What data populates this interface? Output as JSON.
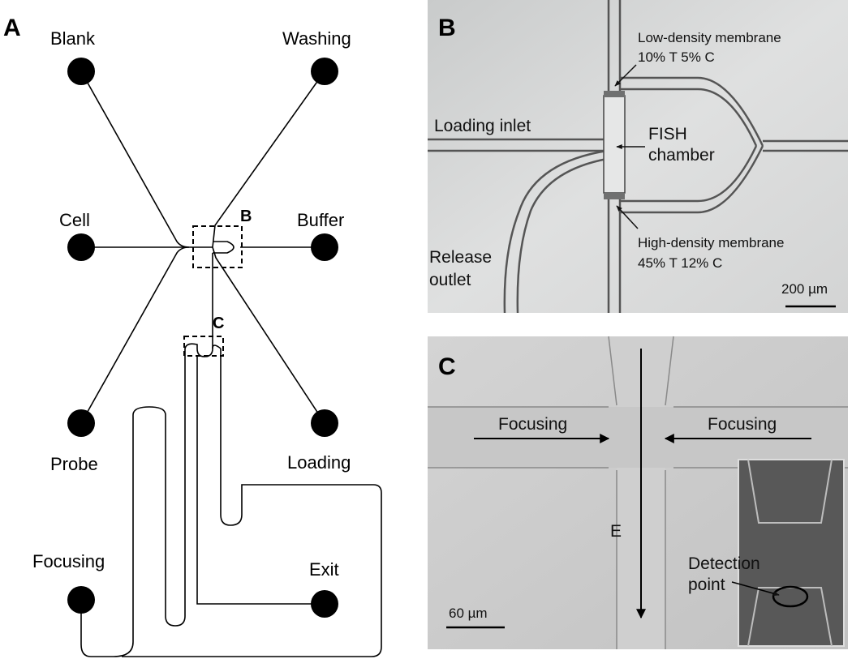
{
  "panels": {
    "a": {
      "letter": "A",
      "reservoirs": {
        "blank": "Blank",
        "washing": "Washing",
        "cell": "Cell",
        "buffer": "Buffer",
        "probe": "Probe",
        "loading": "Loading",
        "focusing": "Focusing",
        "exit": "Exit"
      },
      "box_b": "B",
      "box_c": "C"
    },
    "b": {
      "letter": "B",
      "low_membrane": "Low-density membrane",
      "low_spec": "10% T 5% C",
      "loading_inlet": "Loading inlet",
      "fish_line1": "FISH",
      "fish_line2": "chamber",
      "release_line1": "Release",
      "release_line2": "outlet",
      "high_membrane": "High-density membrane",
      "high_spec": "45% T 12% C",
      "scale": "200 µm"
    },
    "c": {
      "letter": "C",
      "focusing_left": "Focusing",
      "focusing_right": "Focusing",
      "field": "E",
      "detection_line1": "Detection",
      "detection_line2": "point",
      "scale": "60 µm"
    }
  }
}
